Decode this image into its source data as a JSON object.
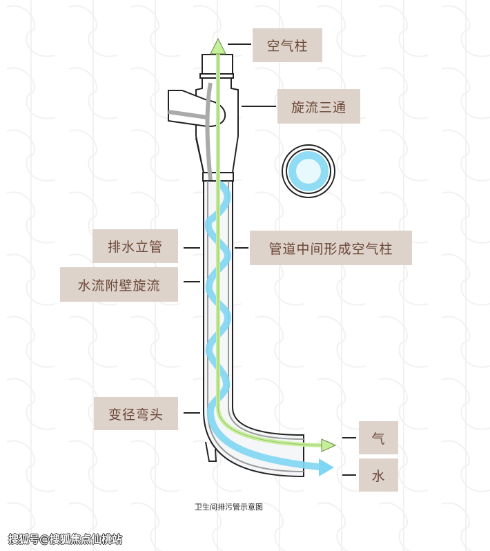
{
  "labels": {
    "air_column": "空气柱",
    "swirl_tee": "旋流三通",
    "drain_stack": "排水立管",
    "air_core": "管道中间形成空气柱",
    "wall_swirl": "水流附壁旋流",
    "reducer_elbow": "变径弯头",
    "air": "气",
    "water": "水"
  },
  "caption": "卫生间排污管示意图",
  "watermark": "搜狐号@搜狐焦点仙桃站",
  "colors": {
    "label_bg": "#ddd3cb",
    "label_text": "#6b4636",
    "water": "#6fd3f2",
    "air": "#c6ef9a"
  }
}
